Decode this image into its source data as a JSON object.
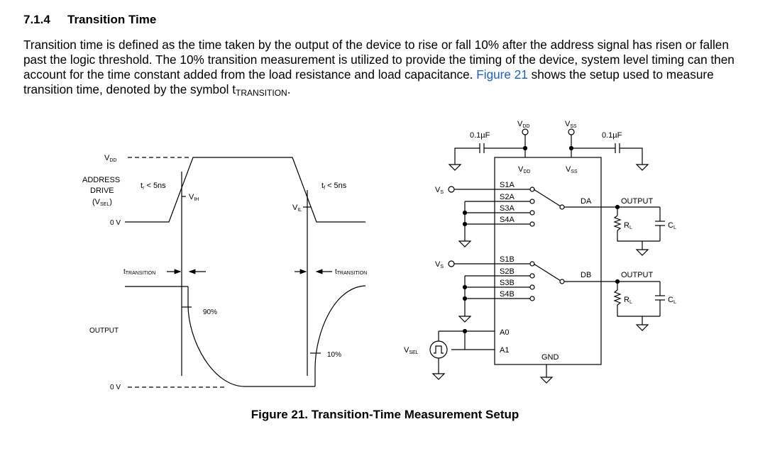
{
  "section": {
    "number": "7.1.4",
    "title": "Transition Time",
    "body_before_link": "Transition time is defined as the time taken by the output of the device to rise or fall 10% after the address signal has risen or fallen past the logic threshold. The 10% transition measurement is utilized to provide the timing of the device, system level timing can then account for the time constant added from the load resistance and load capacitance.",
    "link_text": "Figure 21",
    "body_after_link": "shows the setup used to measure transition time, denoted by the symbol t",
    "symbol_sub": "TRANSITION",
    "body_end": "."
  },
  "figure": {
    "caption": "Figure 21.  Transition-Time Measurement Setup",
    "timing": {
      "vdd": "V",
      "vdd_sub": "DD",
      "address_drive_1": "ADDRESS",
      "address_drive_2": "DRIVE",
      "vsel_open": "(V",
      "vsel_sub": "SEL",
      "vsel_close": ")",
      "ov_top": "0 V",
      "tr": "t",
      "tr_sub": "r",
      "tr_rest": " < 5ns",
      "tf": "t",
      "tf_sub": "f",
      "tf_rest": " < 5ns",
      "vih": "V",
      "vih_sub": "IH",
      "vil": "V",
      "vil_sub": "IL",
      "ttrans": "t",
      "ttrans_sub": "TRANSITION",
      "pct90": "90%",
      "pct10": "10%",
      "output": "OUTPUT",
      "ov_bottom": "0 V"
    },
    "circuit": {
      "cap1": "0.1µF",
      "cap2": "0.1µF",
      "vdd_pin": "V",
      "vdd_pin_sub": "DD",
      "vss_pin": "V",
      "vss_pin_sub": "SS",
      "vs": "V",
      "vs_sub": "S",
      "s1a": "S1A",
      "s2a": "S2A",
      "s3a": "S3A",
      "s4a": "S4A",
      "s1b": "S1B",
      "s2b": "S2B",
      "s3b": "S3B",
      "s4b": "S4B",
      "da": "DA",
      "db": "DB",
      "output": "OUTPUT",
      "rl": "R",
      "rl_sub": "L",
      "cl": "C",
      "cl_sub": "L",
      "a0": "A0",
      "a1": "A1",
      "gnd": "GND",
      "vsel": "V",
      "vsel_sub": "SEL"
    }
  }
}
